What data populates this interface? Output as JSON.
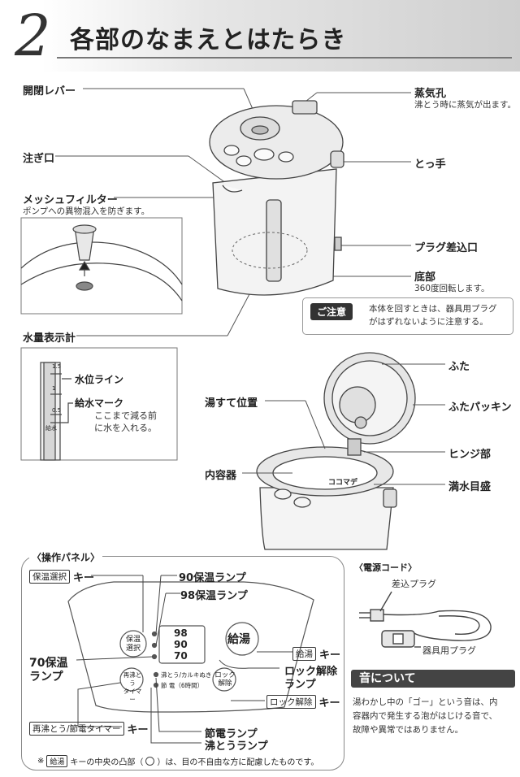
{
  "header": {
    "section_number": "2",
    "title": "各部のなまえとはたらき"
  },
  "parts": {
    "lever": "開閉レバー",
    "steam": "蒸気孔",
    "steam_sub": "沸とう時に蒸気が出ます。",
    "spout": "注ぎ口",
    "handle": "とっ手",
    "mesh": "メッシュフィルター",
    "mesh_sub": "ポンプへの異物混入を防ぎます。",
    "plug_inlet": "プラグ差込口",
    "bottom": "底部",
    "bottom_sub": "360度回転します。",
    "gauge": "水量表示計",
    "water_line": "水位ライン",
    "refill_mark": "給水マーク",
    "refill_sub1": "ここまで減る前",
    "refill_sub2": "に水を入れる。",
    "gauge_ticks": [
      "1.5",
      "1",
      "0.5",
      "給水"
    ],
    "lid": "ふた",
    "lid_packing": "ふたパッキン",
    "discard_pos": "湯すて位置",
    "hinge": "ヒンジ部",
    "inner": "内容器",
    "full_mark": "満水目盛",
    "full_label": "ココマデ"
  },
  "caution": {
    "badge": "ご注意",
    "text1": "本体を回すときは、器具用プラグ",
    "text2": "がはずれないように注意する。"
  },
  "panel": {
    "title": "〈操作パネル〉",
    "key_suffix": "キー",
    "hoon_key": "保温選択",
    "lamp90": "90保温ランプ",
    "lamp98": "98保温ランプ",
    "lamp70a": "70保温",
    "lamp70b": "ランプ",
    "kyuto_key": "給湯",
    "lock_lamp_a": "ロック解除",
    "lock_lamp_b": "ランプ",
    "lock_key": "ロック解除",
    "reboil_key": "再沸とう/節電タイマー",
    "setsuden_lamp": "節電ランプ",
    "futto_lamp": "沸とうランプ",
    "btn_hoon1": "保温",
    "btn_hoon2": "選択",
    "temps": [
      "98",
      "90",
      "70"
    ],
    "btn_kyuto": "給湯",
    "btn_saifut1": "再沸とう",
    "btn_saifut2": "タイマー",
    "btn_lock1": "ロック",
    "btn_lock2": "解除",
    "ind_futto": "沸とう/カルキぬき",
    "ind_setsuden": "節 電（6時間）",
    "note_pre": "※",
    "note_key": "給湯",
    "note_mid": "キーの中央の凸部（",
    "note_post": "）は、目の不自由な方に配慮したものです。"
  },
  "cord": {
    "title": "〈電源コード〉",
    "plug_in": "差込プラグ",
    "appliance_plug": "器具用プラグ"
  },
  "sound": {
    "title": "音について",
    "l1": "湯わかし中の「ゴー」という音は、内",
    "l2": "容器内で発生する泡がはじける音で、",
    "l3": "故障や異常ではありません。"
  }
}
